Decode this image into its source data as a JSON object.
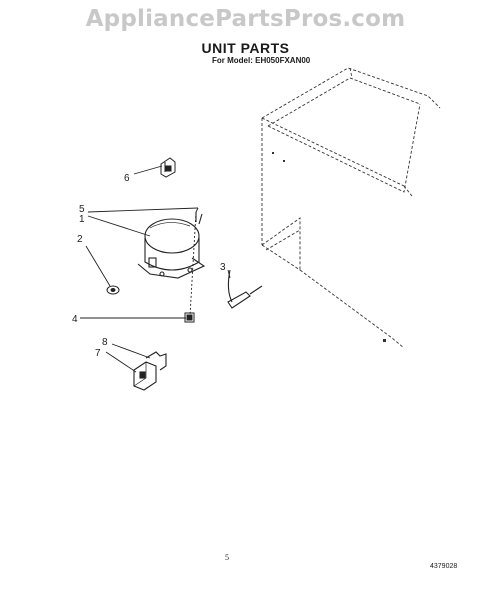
{
  "header": {
    "watermark": "AppliancePartsPros.com",
    "title": "UNIT PARTS",
    "subtitle": "For Model: EH050FXAN00"
  },
  "callouts": [
    "1",
    "2",
    "3",
    "4",
    "5",
    "6",
    "7",
    "8"
  ],
  "footer": {
    "page_number": "5",
    "doc_number": "4379028"
  },
  "colors": {
    "ink": "#1a1a1a",
    "watermark": "#c8c8c8"
  }
}
